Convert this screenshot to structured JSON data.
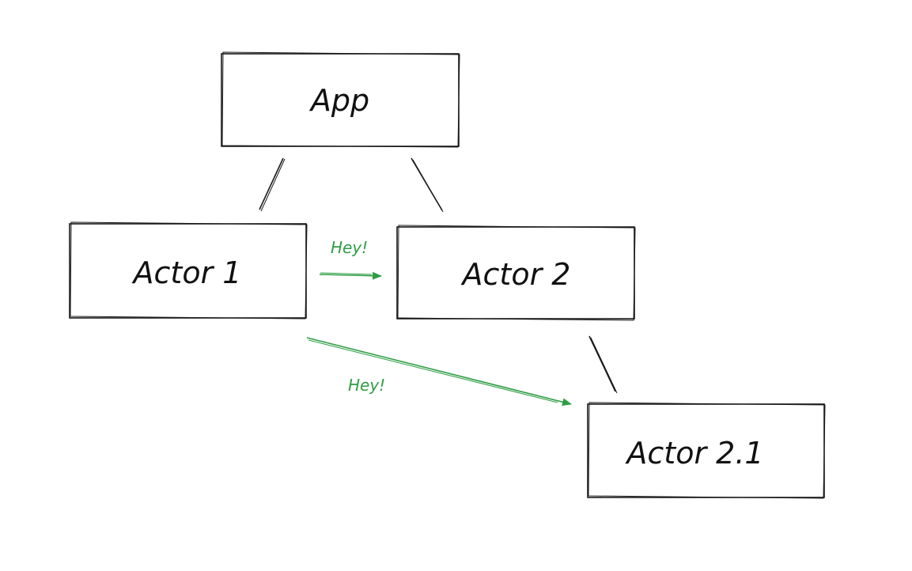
{
  "colors": {
    "ink": "#1a1a1a",
    "message": "#2f9e44",
    "background": "#ffffff"
  },
  "nodes": [
    {
      "id": "app",
      "label": "App"
    },
    {
      "id": "actor1",
      "label": "Actor 1"
    },
    {
      "id": "actor2",
      "label": "Actor 2"
    },
    {
      "id": "actor21",
      "label": "Actor 2.1"
    }
  ],
  "hierarchy": [
    {
      "from": "app",
      "to": "actor1"
    },
    {
      "from": "app",
      "to": "actor2"
    },
    {
      "from": "actor2",
      "to": "actor21"
    }
  ],
  "messages": [
    {
      "from": "actor1",
      "to": "actor2",
      "label": "Hey!"
    },
    {
      "from": "actor1",
      "to": "actor21",
      "label": "Hey!"
    }
  ]
}
